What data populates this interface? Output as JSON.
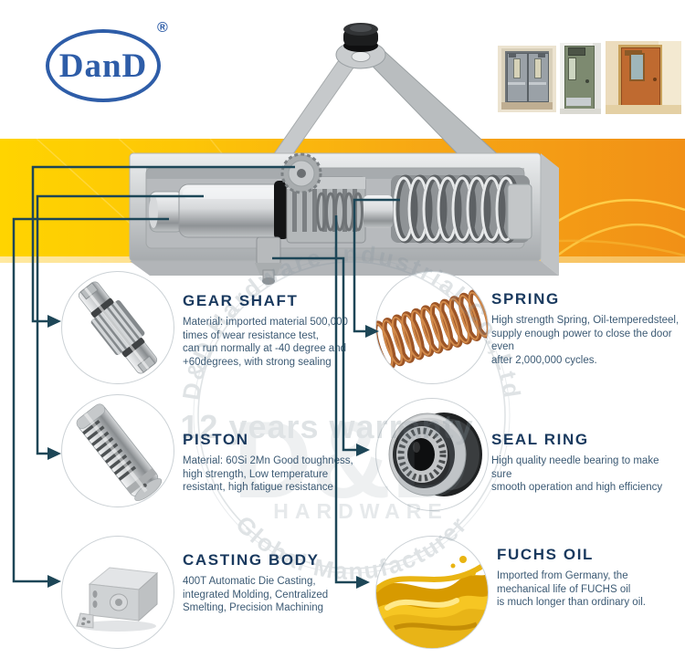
{
  "brand": {
    "name": "DanD",
    "registered": "®"
  },
  "header_doors": {
    "items": [
      "grey-double-fire-door",
      "green-single-fire-door",
      "wooden-fire-door"
    ]
  },
  "watermark": {
    "arc_top": "D&D Hardware Industrial Co.,Ltd",
    "slogan": "12 years warranty",
    "monogram": "D&D",
    "monogram_sub": "HARDWARE",
    "arc_bottom": "Global Manufacturer"
  },
  "components": {
    "left": [
      {
        "id": "gear-shaft",
        "title": "GEAR SHAFT",
        "description": "Material: imported material 500,000\ntimes of wear resistance test,\ncan run normally at -40 degree and\n+60degrees, with strong sealing"
      },
      {
        "id": "piston",
        "title": "PISTON",
        "description": "Material: 60Si 2Mn Good toughness,\nhigh strength, Low temperature\nresistant, high fatigue resistance"
      },
      {
        "id": "casting-body",
        "title": "CASTING BODY",
        "description": "400T Automatic Die Casting,\nintegrated Molding, Centralized\nSmelting, Precision Machining"
      }
    ],
    "right": [
      {
        "id": "spring",
        "title": "SPRING",
        "description": "High strength Spring,  Oil-temperedsteel,\nsupply enough power to close the door even\nafter 2,000,000 cycles."
      },
      {
        "id": "seal-ring",
        "title": "SEAL RING",
        "description": "High quality needle bearing to make sure\nsmooth operation and high efficiency"
      },
      {
        "id": "fuchs-oil",
        "title": "FUCHS OIL",
        "description": "Imported from Germany, the\nmechanical life of FUCHS oil\nis much longer than ordinary oil."
      }
    ]
  },
  "colors": {
    "accent_navy": "#19395e",
    "callout_line": "#1d4657",
    "band_yellow": "#ffd400",
    "band_orange": "#f19016",
    "logo_blue": "#2e5da8",
    "spring_copper": "#9c5527"
  }
}
